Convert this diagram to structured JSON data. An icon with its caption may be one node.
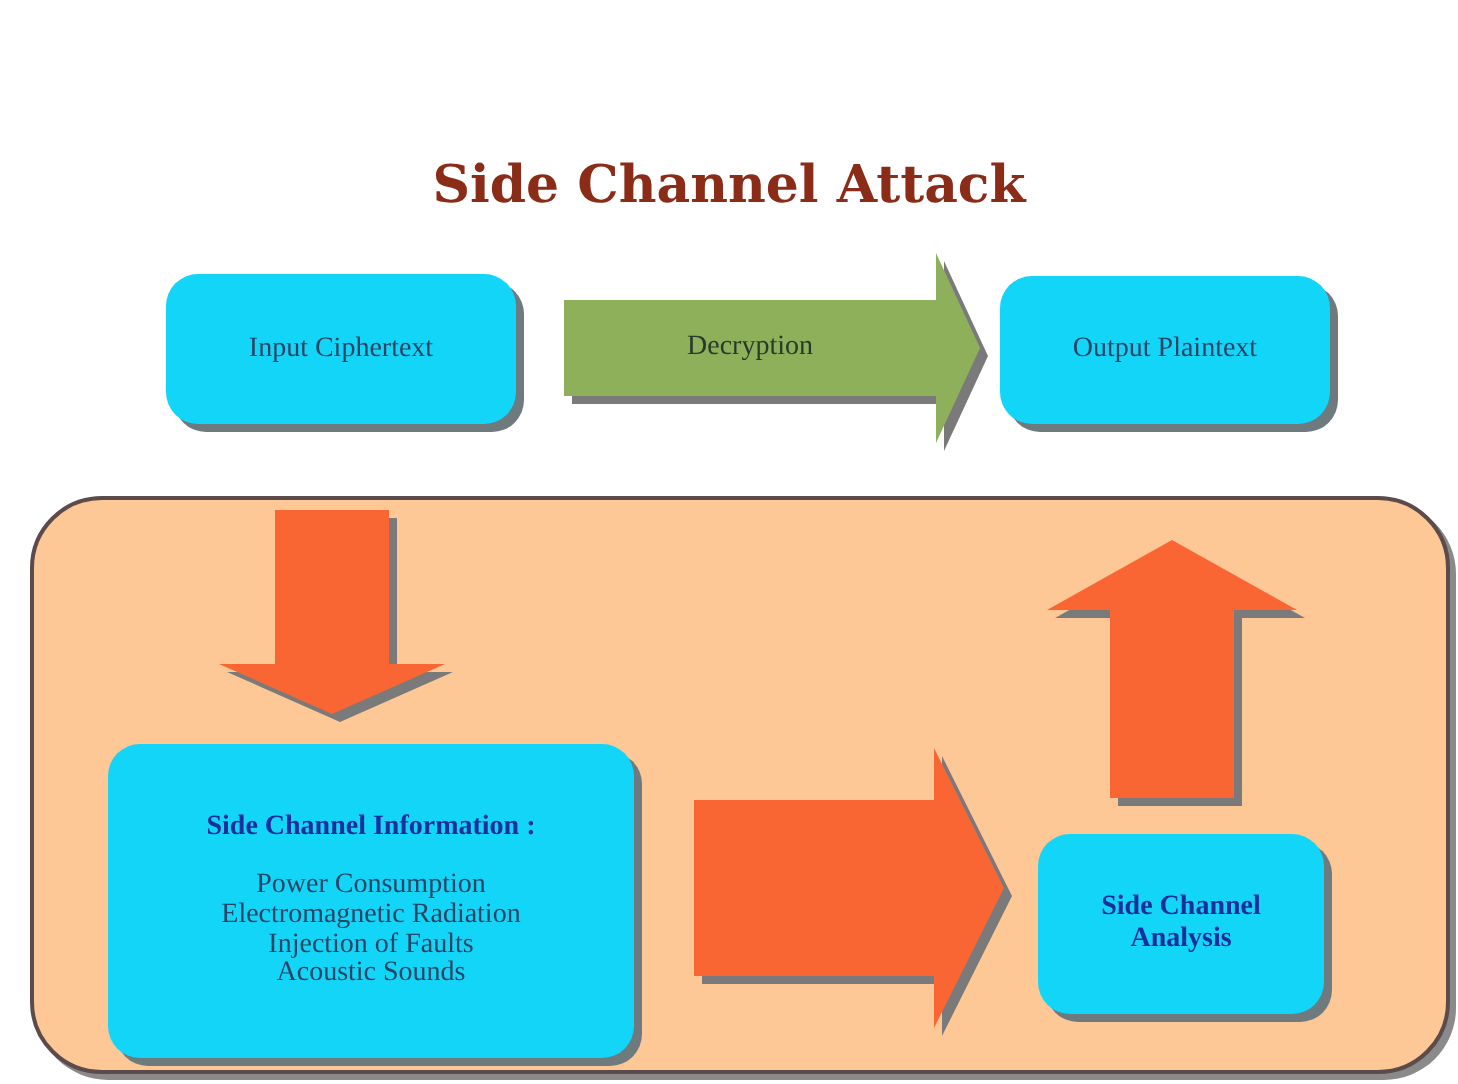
{
  "diagram": {
    "title": "Side Channel Attack",
    "nodes": [
      {
        "text": [
          "Input Ciphertext"
        ]
      },
      {
        "text": [
          "Output Plaintext"
        ]
      },
      {
        "text": [],
        "shape": "box"
      },
      {
        "text": [
          "Side Channel Information :",
          "Power Consumption",
          "Electromagnetic Radiation",
          "Injection of Faults",
          "Acoustic Sounds"
        ],
        "in": 2
      },
      {
        "text": [
          "Side Channel Analysis"
        ],
        "in": 2
      }
    ],
    "edges": [
      {
        "from": 0,
        "to": 1,
        "arrow": "to",
        "label": "Decryption",
        "color": "#8fb05a"
      },
      {
        "from": 0,
        "to": 3,
        "arrow": "to"
      },
      {
        "from": 3,
        "to": 4,
        "arrow": "to"
      },
      {
        "from": 4,
        "to": 1,
        "arrow": "to"
      }
    ]
  }
}
